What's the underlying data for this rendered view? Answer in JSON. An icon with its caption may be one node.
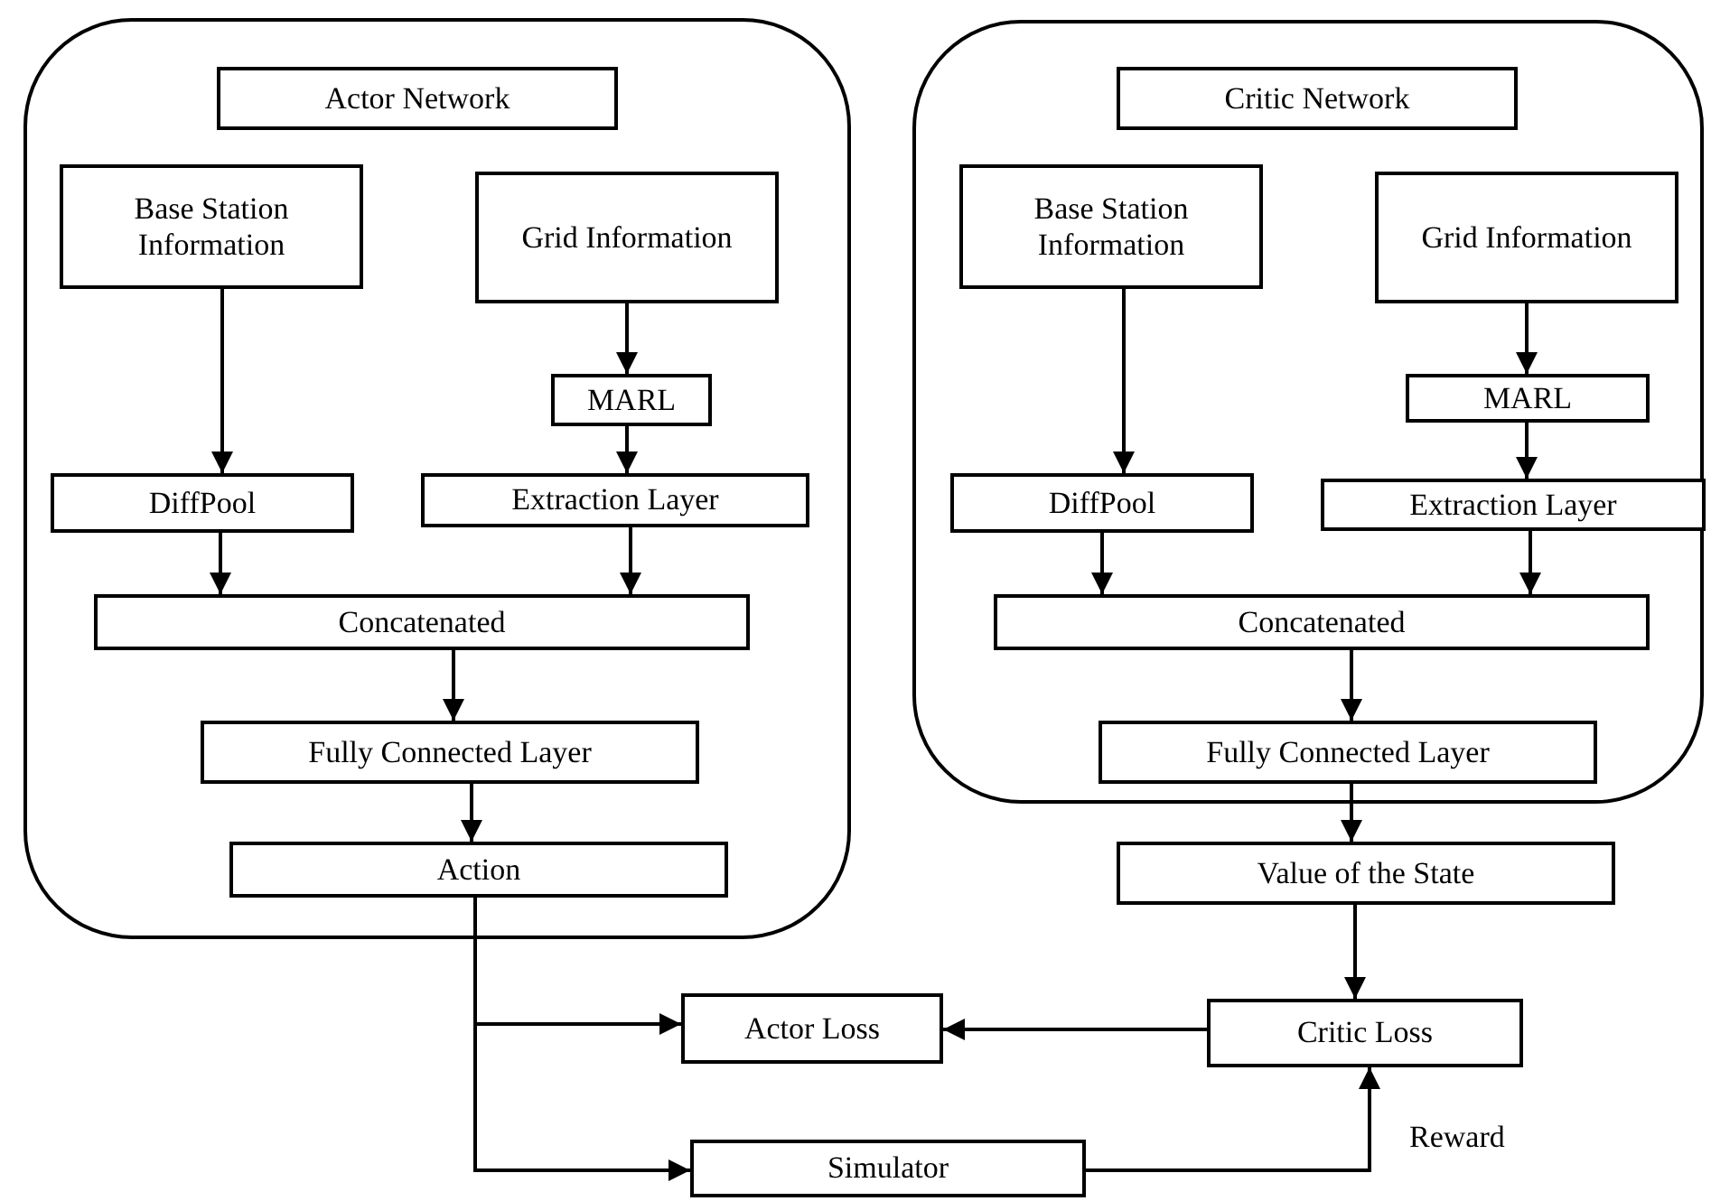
{
  "diagram": {
    "nodes": [
      {
        "text": [],
        "shape": "box"
      },
      {
        "text": [
          "Actor Network"
        ],
        "in": 0
      },
      {
        "text": [
          "Base Station Information"
        ],
        "in": 0
      },
      {
        "text": [
          "Grid Information"
        ],
        "in": 0
      },
      {
        "text": [
          "MARL"
        ],
        "in": 0
      },
      {
        "text": [
          "DiffPool"
        ],
        "in": 0
      },
      {
        "text": [
          "Extraction Layer"
        ],
        "in": 0
      },
      {
        "text": [
          "Concatenated"
        ],
        "in": 0
      },
      {
        "text": [
          "Fully Connected Layer"
        ],
        "in": 0
      },
      {
        "text": [
          "Action"
        ],
        "in": 0
      },
      {
        "text": [],
        "shape": "box"
      },
      {
        "text": [
          "Critic Network"
        ],
        "in": 10
      },
      {
        "text": [
          "Base Station Information"
        ],
        "in": 10
      },
      {
        "text": [
          "Grid Information"
        ],
        "in": 10
      },
      {
        "text": [
          "MARL"
        ],
        "in": 10
      },
      {
        "text": [
          "DiffPool"
        ],
        "in": 10
      },
      {
        "text": [
          "Extraction Layer"
        ],
        "in": 10
      },
      {
        "text": [
          "Concatenated"
        ],
        "in": 10
      },
      {
        "text": [
          "Fully Connected Layer"
        ],
        "in": 10
      },
      {
        "text": [
          "Value of the State"
        ]
      },
      {
        "text": [
          "Actor Loss"
        ]
      },
      {
        "text": [
          "Critic Loss"
        ]
      },
      {
        "text": [
          "Simulator"
        ]
      }
    ],
    "edges": [
      {
        "from": 2,
        "to": 5,
        "arrow": "to"
      },
      {
        "from": 3,
        "to": 4,
        "arrow": "to"
      },
      {
        "from": 4,
        "to": 6,
        "arrow": "to"
      },
      {
        "from": 5,
        "to": 7,
        "arrow": "to"
      },
      {
        "from": 6,
        "to": 7,
        "arrow": "to"
      },
      {
        "from": 7,
        "to": 8,
        "arrow": "to"
      },
      {
        "from": 8,
        "to": 9,
        "arrow": "to"
      },
      {
        "from": 12,
        "to": 15,
        "arrow": "to"
      },
      {
        "from": 13,
        "to": 14,
        "arrow": "to"
      },
      {
        "from": 14,
        "to": 16,
        "arrow": "to"
      },
      {
        "from": 15,
        "to": 17,
        "arrow": "to"
      },
      {
        "from": 16,
        "to": 17,
        "arrow": "to"
      },
      {
        "from": 17,
        "to": 18,
        "arrow": "to"
      },
      {
        "from": 18,
        "to": 19,
        "arrow": "to"
      },
      {
        "from": 19,
        "to": 21,
        "arrow": "to"
      },
      {
        "from": 21,
        "to": 20,
        "arrow": "to"
      },
      {
        "from": 9,
        "to": 20,
        "arrow": "to"
      },
      {
        "from": 9,
        "to": 22,
        "arrow": "to"
      },
      {
        "from": 22,
        "to": 21,
        "arrow": "to",
        "label": "Reward"
      }
    ]
  }
}
